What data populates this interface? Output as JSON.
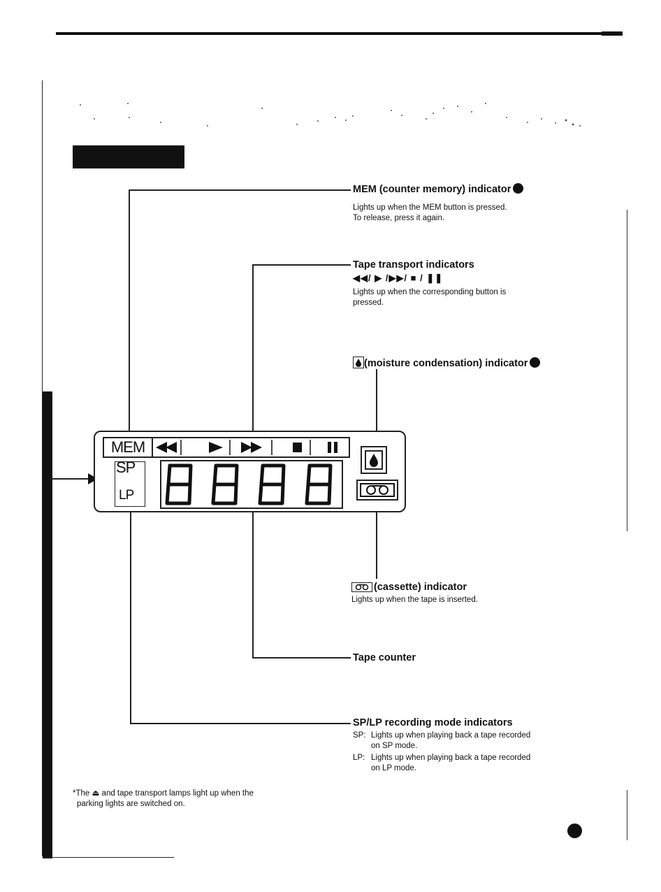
{
  "indicators": {
    "mem": {
      "title": "MEM (counter memory) indicator",
      "lines": [
        "Lights up when the MEM button is pressed.",
        "To release, press it again."
      ]
    },
    "transport": {
      "title": "Tape transport indicators",
      "symbols": "◀◀/ ▶ /▶▶/ ■ / ❚❚",
      "lines": [
        "Lights up when the corresponding button is",
        "pressed."
      ]
    },
    "moisture": {
      "title": "(moisture condensation) indicator"
    },
    "cassette": {
      "title": "(cassette) indicator",
      "lines": [
        "Lights up when the tape is inserted."
      ]
    },
    "counter": {
      "title": "Tape counter"
    },
    "splp": {
      "title": "SP/LP recording mode indicators",
      "sp_prefix": "SP:",
      "sp_lines": [
        "Lights up when playing back a tape recorded",
        "on SP mode."
      ],
      "lp_prefix": "LP:",
      "lp_lines": [
        "Lights up when playing back a tape recorded",
        "on LP mode."
      ]
    }
  },
  "display": {
    "mem_label": "MEM",
    "sp_label": "SP",
    "lp_label": "LP",
    "digits": [
      "8",
      "8",
      "8",
      "8"
    ]
  },
  "footnote": {
    "line1": "*The ⏏ and tape transport lamps light up when the",
    "line2": "parking lights are switched on."
  }
}
